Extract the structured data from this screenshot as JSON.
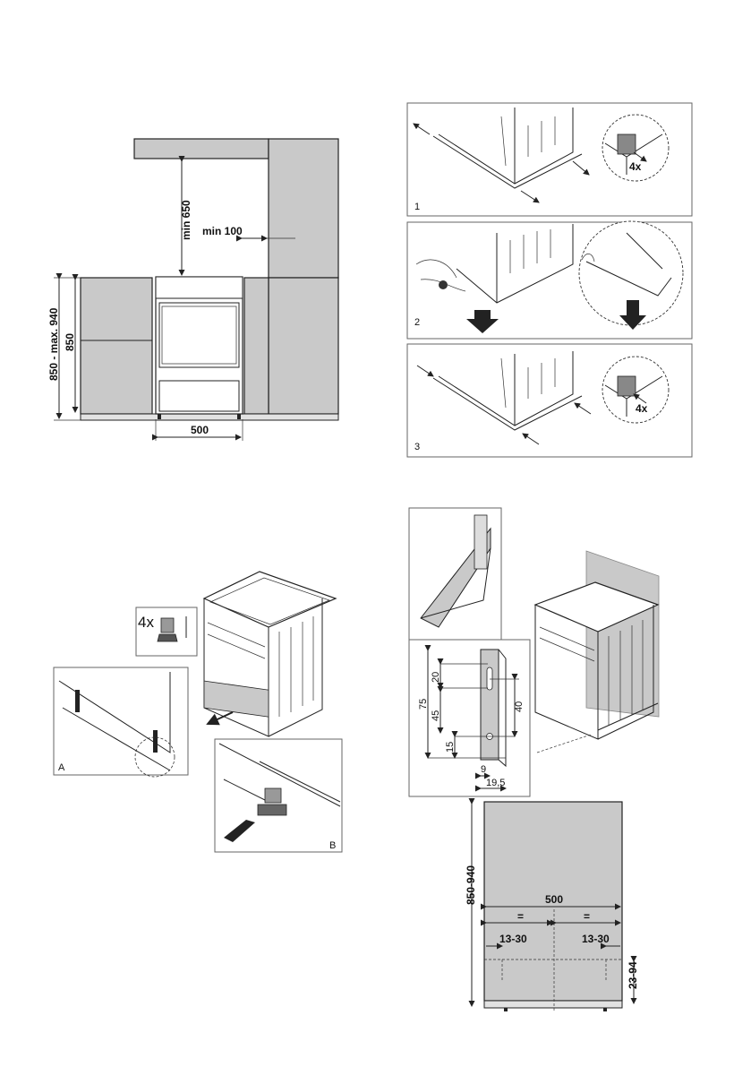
{
  "clearance_diagram": {
    "height_range": "850 - max. 940",
    "height": "850",
    "top_clearance": "min 650",
    "side_clearance": "min 100",
    "width": "500"
  },
  "leveling_steps": {
    "steps": [
      "1",
      "2",
      "3"
    ],
    "count_label_1": "4x",
    "count_label_3": "4x"
  },
  "feet_diagram": {
    "count_label": "4x",
    "inset_a": "A",
    "inset_b": "B"
  },
  "bracket_diagram": {
    "dims": [
      "75",
      "20",
      "45",
      "15",
      "40",
      "9",
      "19,5"
    ]
  },
  "wall_mount_diagram": {
    "height": "850-940",
    "width": "500",
    "half_left": "=",
    "half_right": "=",
    "offset_left": "13-30",
    "offset_right": "13-30",
    "bottom_offset": "23-94"
  },
  "colors": {
    "cabinet": "#c9c9c9",
    "line": "#222222"
  }
}
